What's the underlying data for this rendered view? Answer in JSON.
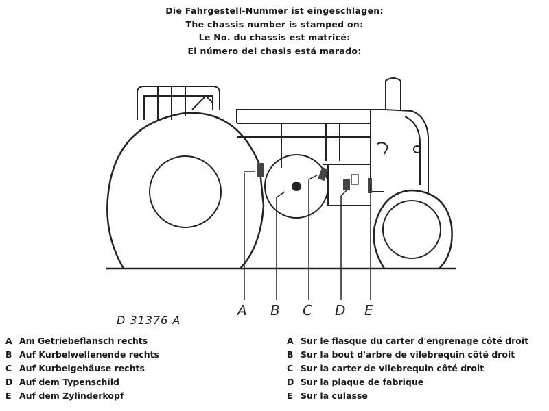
{
  "header": {
    "lines": [
      "Die Fahrgestell-Nummer ist eingeschlagen:",
      "The chassis number is stamped on:",
      "Le No. du chassis est matricé:",
      "El número del chasis está marado:"
    ]
  },
  "diagram": {
    "figure_id": "D 31376 A",
    "callouts": [
      "A",
      "B",
      "C",
      "D",
      "E"
    ]
  },
  "legend_de": [
    {
      "key": "A",
      "text": "Am Getriebeflansch rechts"
    },
    {
      "key": "B",
      "text": "Auf Kurbelwellenende rechts"
    },
    {
      "key": "C",
      "text": "Auf Kurbelgehäuse rechts"
    },
    {
      "key": "D",
      "text": "Auf dem Typenschild"
    },
    {
      "key": "E",
      "text": "Auf dem Zylinderkopf"
    }
  ],
  "legend_fr": [
    {
      "key": "A",
      "text": "Sur le flasque du carter d'engrenage côté droit"
    },
    {
      "key": "B",
      "text": "Sur la bout d'arbre de vilebrequin côté droit"
    },
    {
      "key": "C",
      "text": "Sur la carter de vilebrequin côté droit"
    },
    {
      "key": "D",
      "text": "Sur la plaque de fabrique"
    },
    {
      "key": "E",
      "text": "Sur la culasse"
    }
  ]
}
